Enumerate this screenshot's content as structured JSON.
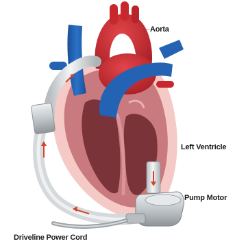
{
  "title": "",
  "labels": {
    "aorta": "Aorta",
    "left_ventricle": "Left Ventricle",
    "pump_motor": "Pump Motor",
    "driveline": "Driveline Power Cord"
  },
  "colors": {
    "vein_blue": "#1f5fb0",
    "artery_red": "#c8282d",
    "myocardium": "#c97a7e",
    "chamber": "#7a3338",
    "pericardium": "#f4c9c6",
    "device_silver": "#cfd3d6",
    "flow_arrow": "#d2462c"
  }
}
